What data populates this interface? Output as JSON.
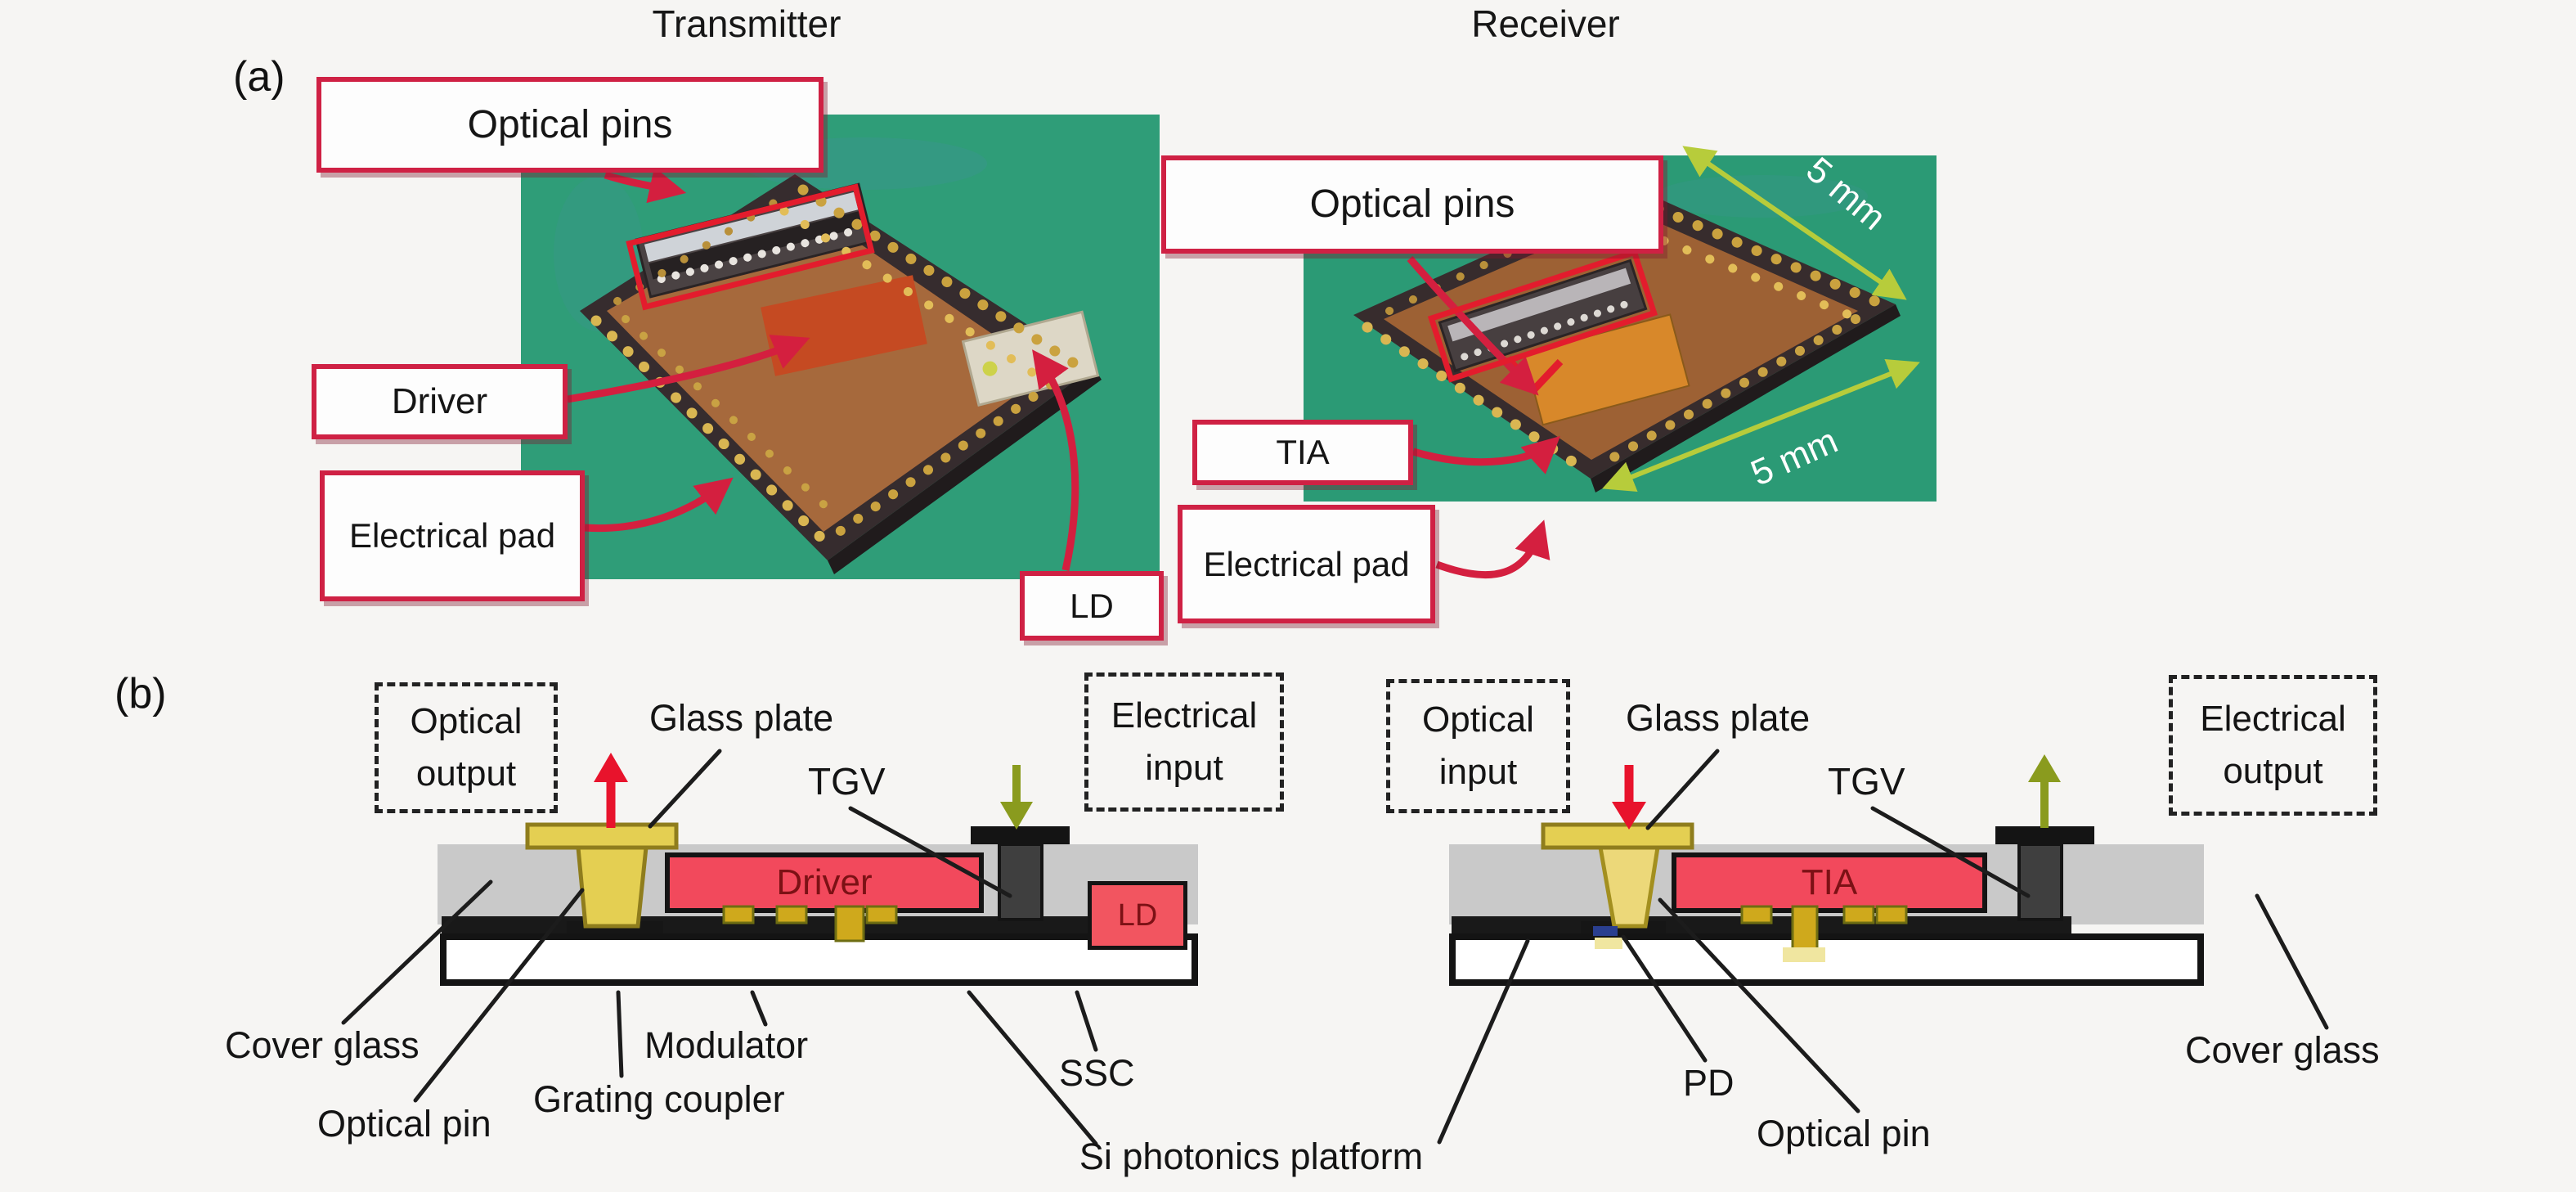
{
  "panel_a": {
    "tag": "(a)",
    "transmitter": {
      "title": "Transmitter",
      "optical_pins_label": "Optical pins",
      "driver_label": "Driver",
      "electrical_pad_label": "Electrical pad",
      "ld_label": "LD"
    },
    "receiver": {
      "title": "Receiver",
      "optical_pins_label": "Optical pins",
      "tia_label": "TIA",
      "electrical_pad_label": "Electrical pad",
      "dimension": "5 mm"
    }
  },
  "panel_b": {
    "tag": "(b)",
    "transmitter_xsec": {
      "optical_io": "Optical output",
      "electrical_io": "Electrical input",
      "glass_plate": "Glass plate",
      "tgv": "TGV",
      "cover_glass": "Cover glass",
      "optical_pin": "Optical pin",
      "grating_coupler": "Grating coupler",
      "modulator": "Modulator",
      "ssc": "SSC",
      "driver_chip": "Driver",
      "ld_chip": "LD"
    },
    "receiver_xsec": {
      "optical_io": "Optical input",
      "electrical_io": "Electrical output",
      "glass_plate": "Glass plate",
      "tgv": "TGV",
      "cover_glass": "Cover glass",
      "optical_pin": "Optical pin",
      "pd": "PD",
      "tia_chip": "TIA"
    },
    "shared_platform_label": "Si photonics platform"
  },
  "colors": {
    "annotation_border_red": "#cf2144",
    "arrow_red": "#d41f3f",
    "photo_green_tx": "#2f9d78",
    "photo_green_rx": "#2b9a75",
    "chip_pink": "#f2495c",
    "chip_text_maroon": "#7c1115",
    "optical_pin_yellow": "#e4cf52",
    "tgv_gray": "#3f3f3f",
    "cover_glass_gray": "#c9c9c9",
    "olive_arrow": "#8a9b1e",
    "dimension_green": "#b7cc3b",
    "gold_bump": "#cfa91c"
  }
}
